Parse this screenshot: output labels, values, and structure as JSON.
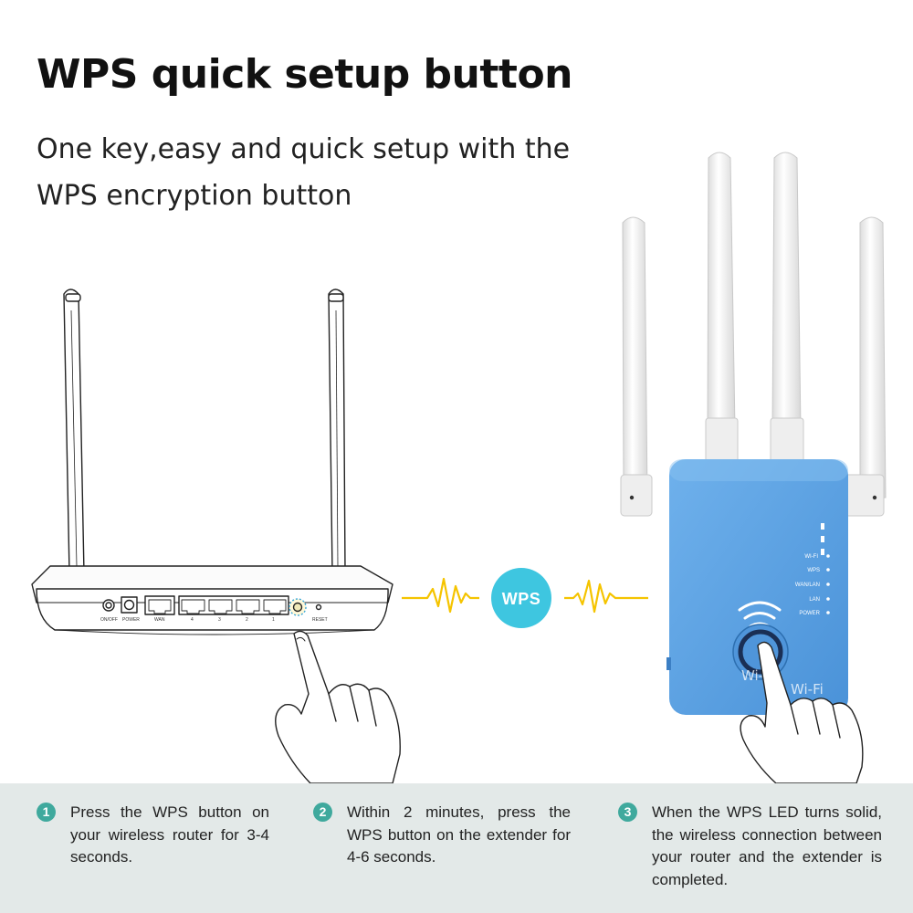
{
  "heading": {
    "title": "WPS quick setup button",
    "subtitle": "One key,easy and quick setup with the WPS encryption button"
  },
  "router": {
    "port_labels": [
      "ON/OFF",
      "POWER",
      "WAN",
      "4",
      "3",
      "2",
      "1",
      "RESET"
    ]
  },
  "badge": {
    "label": "WPS",
    "color": "#3ec6e0",
    "signal_color": "#f5c400"
  },
  "extender": {
    "color": "#5aa2e4",
    "led_labels": [
      "WI-FI",
      "WPS",
      "WAN/LAN",
      "LAN",
      "POWER"
    ],
    "button_print": "Wi-Fi",
    "button_print_right": "Wi-Fi"
  },
  "steps": [
    {
      "number": "1",
      "text": "Press the WPS button on your wireless router for 3-4 seconds."
    },
    {
      "number": "2",
      "text": "Within 2 minutes, press the WPS button on the extender for 4-6 seconds."
    },
    {
      "number": "3",
      "text": "When the WPS LED turns solid, the wireless connection between your router and the extender is completed."
    }
  ],
  "colors": {
    "step_circle": "#3fa99d",
    "steps_background": "#e3e9e8"
  }
}
